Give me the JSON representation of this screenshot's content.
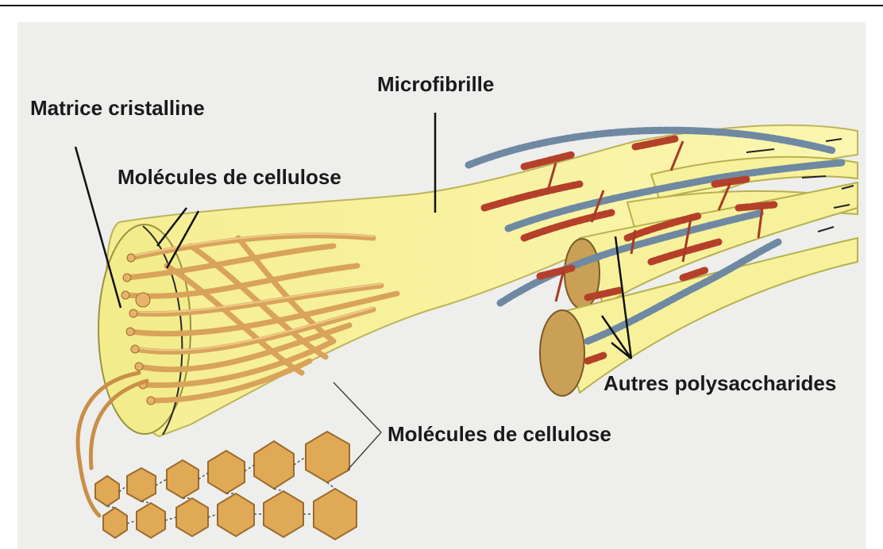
{
  "labels": {
    "microfibrille": "Microfibrille",
    "matrice": "Matrice cristalline",
    "cellulose_top": "Molécules de cellulose",
    "cellulose_bottom": "Molécules de cellulose",
    "polysaccharides": "Autres polysaccharides"
  },
  "colors": {
    "microfibril_fill": "#f7f19c",
    "microfibril_edge": "#b8b050",
    "cellulose_strand": "#d9a35a",
    "glucose_ring": "#e0a955",
    "hemicellulose_blue": "#6f89a3",
    "pectin_red": "#b5402a",
    "background": "#eeeeec"
  }
}
